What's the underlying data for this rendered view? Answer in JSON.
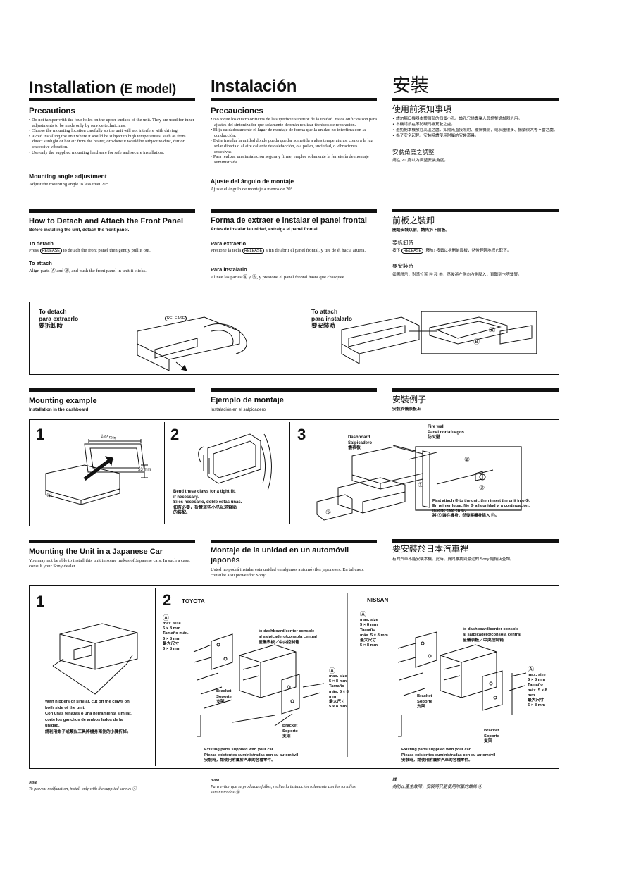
{
  "columns": {
    "en": {
      "title_main": "Installation",
      "title_sub": "(E model)",
      "precautions": {
        "heading": "Precautions",
        "items": [
          "Do not tamper with the four holes on the upper surface of the unit. They are used for tuner adjustments to be made only by service technicians.",
          "Choose the mounting location carefully so the unit will not interfere with driving.",
          "Avoid installing the unit where it would be subject to high temperatures, such as from direct sunlight or hot air from the heater, or where it would be subject to dust, dirt or excessive vibration.",
          "Use only the supplied mounting hardware for safe and secure installation."
        ],
        "angle_heading": "Mounting angle adjustment",
        "angle_text": "Adjust the mounting angle to less than 20°."
      },
      "detach": {
        "heading": "How to Detach and Attach the Front Panel",
        "intro": "Before installing the unit, detach the front panel.",
        "to_detach": "To detach",
        "to_detach_pre": "Press",
        "to_detach_key": "RELEASE",
        "to_detach_post": "to detach the front panel then gently pull it out.",
        "to_attach": "To attach",
        "to_attach_text": "Align parts Ⓐ and Ⓑ, and push the front panel in unit it clicks."
      },
      "mounting_example": {
        "heading": "Mounting example",
        "sub": "Installation in the dashboard"
      },
      "japanese_car": {
        "heading": "Mounting the Unit in a Japanese Car",
        "text": "You may not be able to install this unit in some makes of Japanese cars. In such a case, consult your Sony dealer."
      },
      "note_label": "Note",
      "note_text": "To prevent malfunction, install only with the supplied screws Ⓐ."
    },
    "es": {
      "title": "Instalación",
      "precautions": {
        "heading": "Precauciones",
        "items": [
          "No toque los cuatro orificios de la superficie superior de la unidad. Estos orificios son para ajustes del sintonizador que solamente deberán realizar técnicos de reparación.",
          "Elija cuidadosamente el lugar de montaje de forma que la unidad no interfiera con la conducción.",
          "Evite instalar la unidad donde pueda quedar sometida a altas temperaturas, como a la luz solar directa o al aire caliente de calefacción, o a polvo, suciedad, o vibraciones excesivas.",
          "Para realizar una instalación segura y firme, emplee solamente la ferretería de montaje suministrada."
        ],
        "angle_heading": "Ajuste del ángulo de montaje",
        "angle_text": "Ajuste el ángulo de montaje a menos de 20°."
      },
      "detach": {
        "heading": "Forma de extraer e instalar el panel frontal",
        "intro": "Antes de instalar la unidad, extraiga el panel frontal.",
        "to_detach": "Para extraerlo",
        "to_detach_pre": "Presione la tecla",
        "to_detach_key": "RELEASE",
        "to_detach_post": "a fin de abrir el panel frontal, y tire de él hacia afuera.",
        "to_attach": "Para instalarlo",
        "to_attach_text": "Alinee las partes Ⓐ y Ⓑ, y presione el panel frontal hasta que chasquee."
      },
      "mounting_example": {
        "heading": "Ejemplo de montaje",
        "sub": "Instalación en el salpicadero"
      },
      "japanese_car": {
        "heading": "Montaje de la unidad en un automóvil japonés",
        "text": "Usted no podrá instalar esta unidad en algunos automóviles japoneses. En tal caso, consulte a su proveedor Sony."
      },
      "note_label": "Nota",
      "note_text": "Para evitar que se produzcan fallos, realice la instalación solamente con los tornillos suministrados Ⓐ."
    },
    "zh": {
      "title": "安裝",
      "precautions": {
        "heading": "使用前須知事項",
        "items": [
          "請勿觸口機器本體頂部的四個小孔。該孔只供專業人員調整調諧器之用。",
          "本機請設在不防礙司機駕駛之處。",
          "避免把本機放在高溫之處，如陽光直接照射、暖氣機前，或灰塵很多、振動很大等不當之處。",
          "為了安全起見，安裝時請使用附屬的安裝道具。"
        ],
        "angle_heading": "安裝角度之調整",
        "angle_text": "請在 20 度以內調整安裝角度。"
      },
      "detach": {
        "heading": "前板之裝卸",
        "intro": "開始安裝以前，請先拆下前板。",
        "to_detach": "要拆卸時",
        "to_detach_pre": "按下",
        "to_detach_key": "RELEASE",
        "to_detach_post": "(釋放) 按鈕以拆開前面板，然後輕輕地把它取下。",
        "to_attach": "要安裝時",
        "to_attach_text": "如圖所示，對準位置 Ⓐ 和 Ⓑ，然後將左側向內側壓入，直聽到卡嗒聲響。"
      },
      "mounting_example": {
        "heading": "安裝例子",
        "sub": "安裝於儀表板上"
      },
      "japanese_car": {
        "heading": "要安裝於日本汽車裡",
        "text": "有的汽車不能安裝本機。此時，買向離找到最近的 Sony 經銷店查詢。"
      },
      "note_label": "註",
      "note_text": "為防止產生故障，安裝時只能使用附屬的螺絲 Ⓐ"
    }
  },
  "figure_detach": {
    "left_label": [
      "To detach",
      "para extraerlo",
      "要拆卸時"
    ],
    "right_label": [
      "To attach",
      "para instalarlo",
      "要安裝時"
    ],
    "release": "RELEASE",
    "mark_a": "Ⓐ",
    "mark_b": "Ⓑ"
  },
  "figure_mounting": {
    "step1": "1",
    "step2": "2",
    "step3": "3",
    "dim_width": "182 mm",
    "dim_height": "53 mm",
    "mark_1": "①",
    "mark_2": "②",
    "mark_3": "③",
    "mark_5": "⑤",
    "claws_note": [
      "Bend these claws for a tight fit,",
      "if necessary.",
      "Si es necesario, doble estas uñas.",
      "如有必要，折彎這些小爪以求緊貼",
      "的裝配。"
    ],
    "dashboard": [
      "Dashboard",
      "Salpicadero",
      "儀表板"
    ],
    "firewall": [
      "Fire wall",
      "Panel cortafuegos",
      "防火壁"
    ],
    "first_attach": [
      "First attach ⑤ to the unit, then insert the unit into ①.",
      "En primer lugar, fije ⑤ a la unidad y, a continuación,",
      "inserte ésta en ①.",
      "將 ⑤ 裝在機身，然後將機身插入 ①。"
    ]
  },
  "figure_japanese": {
    "step1": "1",
    "step2": "2",
    "toyota": "TOYOTA",
    "nissan": "NISSAN",
    "mark_a": "Ⓐ",
    "cut_claws": [
      "With nippers or similar, cut off the claws on",
      "both side of the unit.",
      "Con unas tenazas o una herramienta similar,",
      "corte los ganchos de ambos lados de la",
      "unidad.",
      "請利用鉗子或類似工具將機身兩側的小翼折掉。"
    ],
    "maxsize_toyota": [
      "max. size",
      "5 × 8 mm",
      "Tamaño máx.",
      "5 × 8 mm",
      "最大尺寸",
      "5 × 8 mm"
    ],
    "maxsize_toyota2": [
      "max. size",
      "5 × 8 mm",
      "Tamaño",
      "máx. 5 × 8",
      "mm",
      "最大尺寸",
      "5 × 8 mm"
    ],
    "maxsize_nissan": [
      "max. size",
      "5 × 8 mm",
      "Tamaño",
      "máx. 5 × 8 mm",
      "最大尺寸",
      "5 × 8 mm"
    ],
    "maxsize_nissan2": [
      "max. size",
      "5 × 8 mm",
      "Tamaño",
      "máx. 5 × 8",
      "mm",
      "最大尺寸",
      "5 × 8 mm"
    ],
    "console": [
      "to dashboard/center console",
      "al salpicadero/consola central",
      "至儀表板／中央控制箱"
    ],
    "bracket": [
      "Bracket",
      "Soporte",
      "支架"
    ],
    "existing": [
      "Existing parts supplied with your car",
      "Piezas existentes suministradas con su automóvil",
      "安裝時，請使用附屬於汽車的各種零件。"
    ]
  }
}
